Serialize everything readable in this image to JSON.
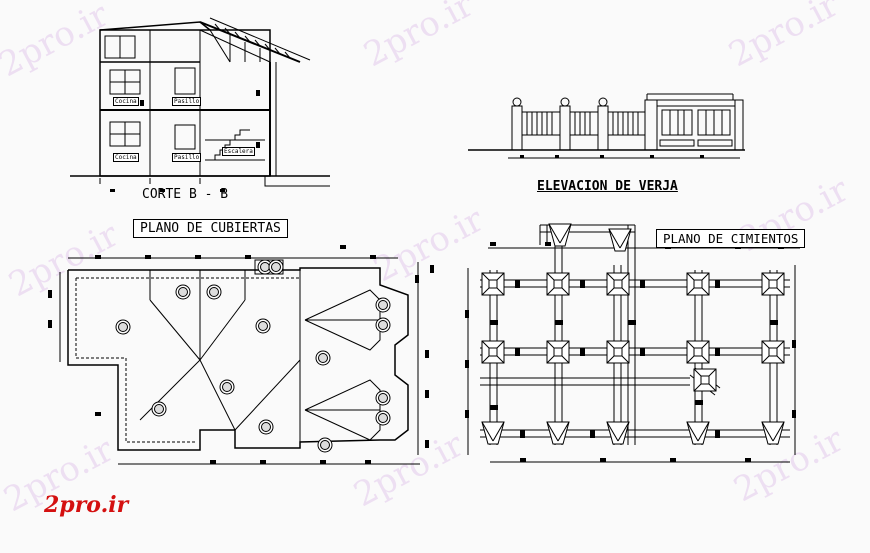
{
  "titles": {
    "section": "CORTE B - B",
    "fence": "ELEVACION DE VERJA",
    "roof": "PLANO DE CUBIERTAS",
    "foundation": "PLANO DE CIMIENTOS"
  },
  "room_labels": {
    "cocina_top": "Cocina",
    "pasillo_top": "Pasillo",
    "cocina_bottom": "Cocina",
    "pasillo_bottom": "Pasillo",
    "escalera": "Escalera"
  },
  "watermark": "2pro.ir",
  "logo": "2pro.ir",
  "colors": {
    "line": "#000000",
    "logo": "#d41010",
    "watermark": "#e9d7f0"
  }
}
